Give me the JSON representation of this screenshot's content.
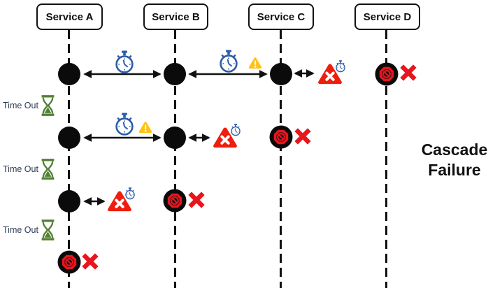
{
  "diagram": {
    "title": "Cascade Failure",
    "services": [
      {
        "label": "Service A"
      },
      {
        "label": "Service B"
      },
      {
        "label": "Service C"
      },
      {
        "label": "Service D"
      }
    ],
    "timeouts": [
      {
        "label": "Time Out"
      },
      {
        "label": "Time Out"
      },
      {
        "label": "Time Out"
      }
    ],
    "icons": {
      "stopwatch-icon": "⏱ blue stopwatch (waiting / latency)",
      "warning-icon": "⚠ amber warning triangle",
      "failure-triangle-icon": "🔺 red triangle with white ✕ and stopwatch badge (timed-out call)",
      "prohibited-node-icon": "🚫 black node with red no-entry sign (service down)",
      "fail-x-icon": "✖ red cross (failure)",
      "hourglass-icon": "⌛ green hourglass (time out)"
    },
    "colors": {
      "line_black": "#111111",
      "stopwatch_blue": "#2d5ca8",
      "warning_amber": "#ffc213",
      "triangle_red": "#ee1d0e",
      "failure_red": "#e8151e",
      "hourglass_green": "#538135",
      "timeout_text": "#2c3a54"
    }
  }
}
